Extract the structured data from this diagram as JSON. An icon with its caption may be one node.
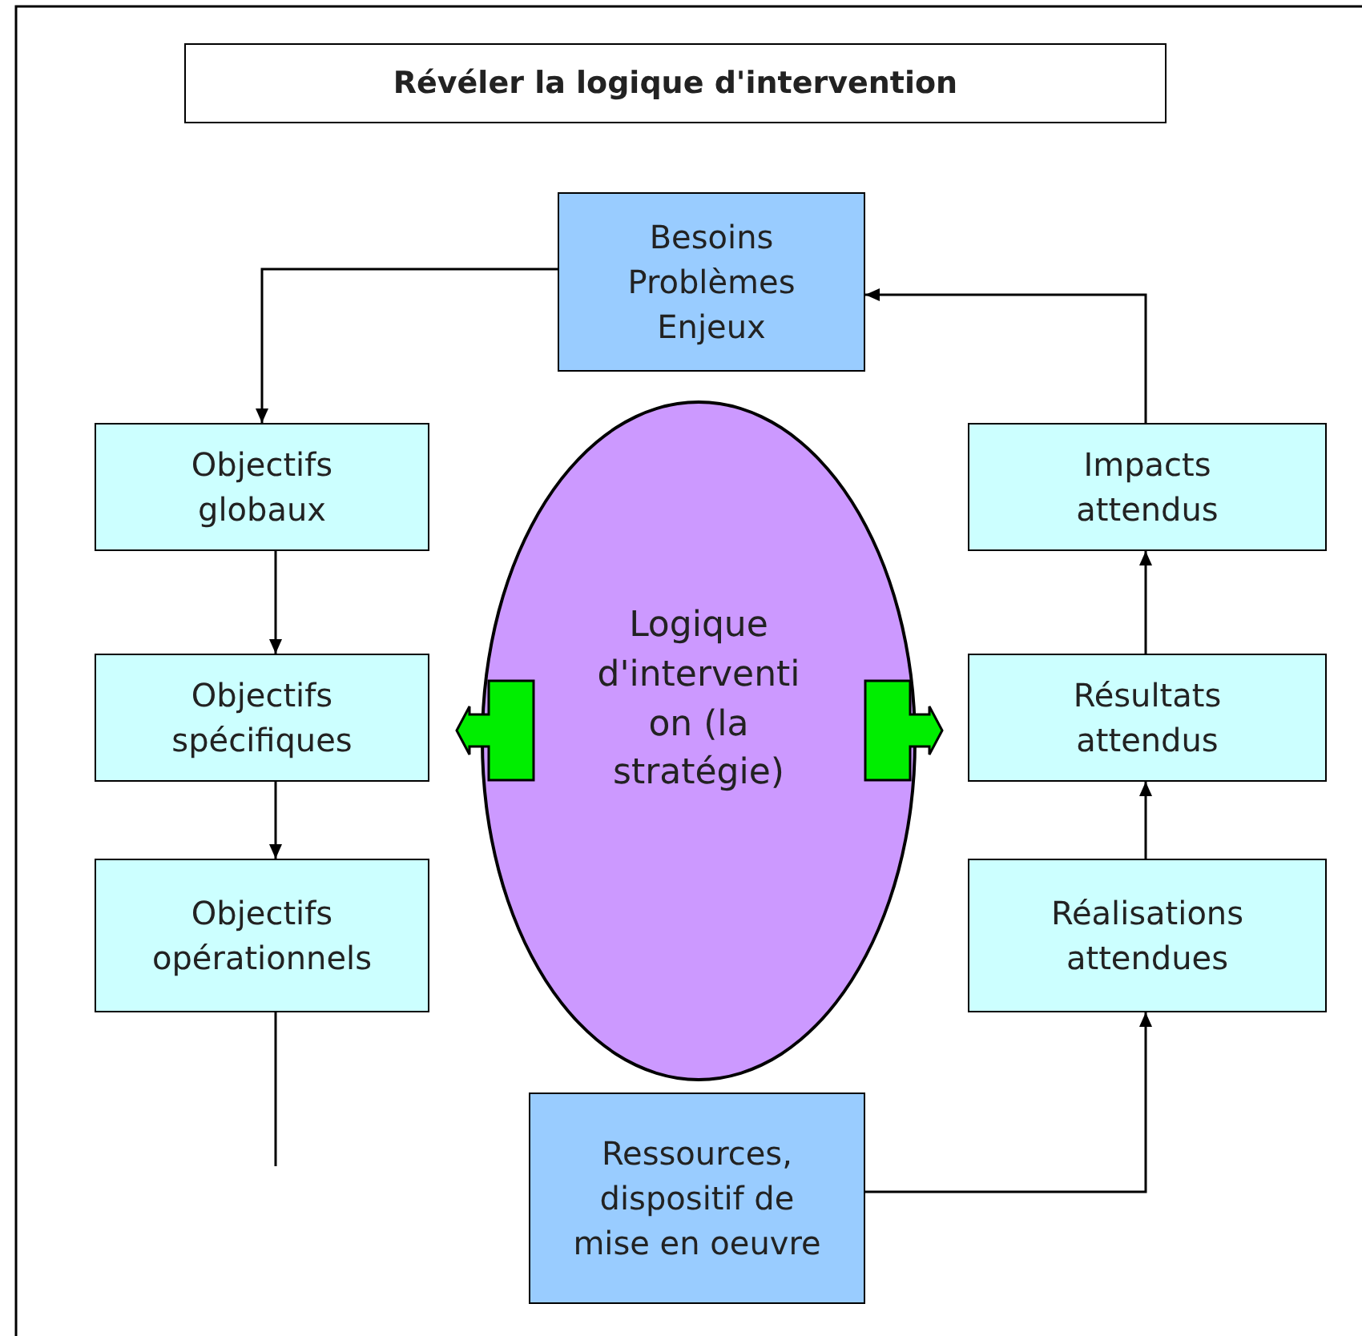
{
  "diagram": {
    "nodes": [
      {
        "text": [
          "Révéler la logique d'intervention"
        ]
      },
      {
        "text": [
          "Besoins Problèmes Enjeux"
        ]
      },
      {
        "text": [
          "Objectifs globaux"
        ]
      },
      {
        "text": [
          "Impacts attendus"
        ]
      },
      {
        "text": [
          "Logique d'interventi on (la stratégie)"
        ]
      },
      {
        "text": [
          "Objectifs spécifiques"
        ]
      },
      {
        "text": [
          "Résultats attendus"
        ]
      },
      {
        "text": [
          "Objectifs opérationnels"
        ]
      },
      {
        "text": [
          "Réalisations attendues"
        ]
      },
      {
        "text": [
          "Ressources, dispositif de mise en oeuvre"
        ]
      }
    ],
    "edges": [
      {
        "from": 1,
        "to": 2,
        "arrow": "to"
      },
      {
        "from": 3,
        "to": 1,
        "arrow": "to"
      },
      {
        "from": 2,
        "to": 5,
        "arrow": "to"
      },
      {
        "from": 5,
        "to": 7,
        "arrow": "to"
      },
      {
        "from": 8,
        "to": 6,
        "arrow": "to"
      },
      {
        "from": 6,
        "to": 3,
        "arrow": "to"
      },
      {
        "from": 9,
        "to": 8,
        "arrow": "to"
      },
      {
        "from": 7,
        "to": null,
        "arrow": "none"
      }
    ]
  }
}
